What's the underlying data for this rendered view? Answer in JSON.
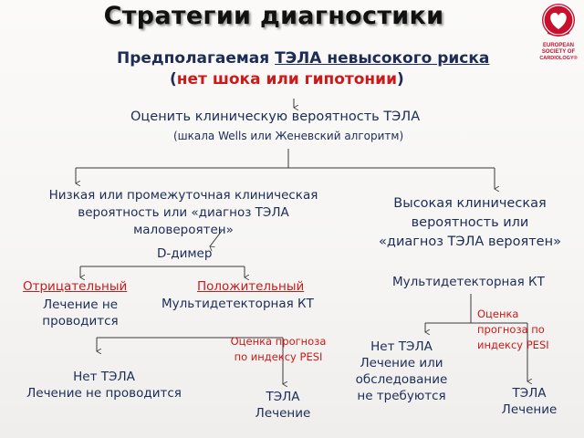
{
  "title": "Стратегии диагностики",
  "header": {
    "line1_prefix": "Предполагаемая ",
    "line1_link": "ТЭЛА невысокого риска",
    "line2_open": "(",
    "line2_red": "нет шока или гипотонии",
    "line2_close": ")"
  },
  "assess": {
    "title": "Оценить клиническую вероятность ТЭЛА",
    "subtitle": "(шкала Wells или Женевский алгоритм)"
  },
  "left_branch": {
    "line1": "Низкая или промежуточная клиническая",
    "line2": "вероятность  или «диагноз ТЭЛА",
    "line3": "маловероятен»",
    "test": "D-димер",
    "negative": {
      "label": "Отрицательный",
      "line1": "Лечение не",
      "line2": "проводится"
    },
    "positive": {
      "label": "Положительный",
      "test": "Мультидетекторная КТ"
    },
    "prognosis": {
      "line1": "Оценка прогноза",
      "line2": "по индексу PESI"
    },
    "no_pe": {
      "line1": "Нет ТЭЛА",
      "line2": "Лечение не проводится"
    },
    "pe": {
      "line1": "ТЭЛА",
      "line2": "Лечение"
    }
  },
  "right_branch": {
    "line1": "Высокая клиническая",
    "line2": "вероятность или",
    "line3": "«диагноз ТЭЛА вероятен»",
    "test": "Мультидетекторная КТ",
    "prognosis": {
      "line1": "Оценка",
      "line2": "прогноза по",
      "line3": "индексу PESI"
    },
    "no_pe": {
      "line1": "Нет ТЭЛА",
      "line2": "Лечение или",
      "line3": "обследование",
      "line4": "не требуются"
    },
    "pe": {
      "line1": "ТЭЛА",
      "line2": "Лечение"
    }
  },
  "logo": {
    "line1": "EUROPEAN",
    "line2": "SOCIETY OF",
    "line3": "CARDIOLOGY®"
  },
  "colors": {
    "navy": "#1c2c57",
    "red": "#cc1a1a",
    "title": "#111111",
    "line": "#3a3a3a",
    "esc_red": "#c8102e"
  }
}
